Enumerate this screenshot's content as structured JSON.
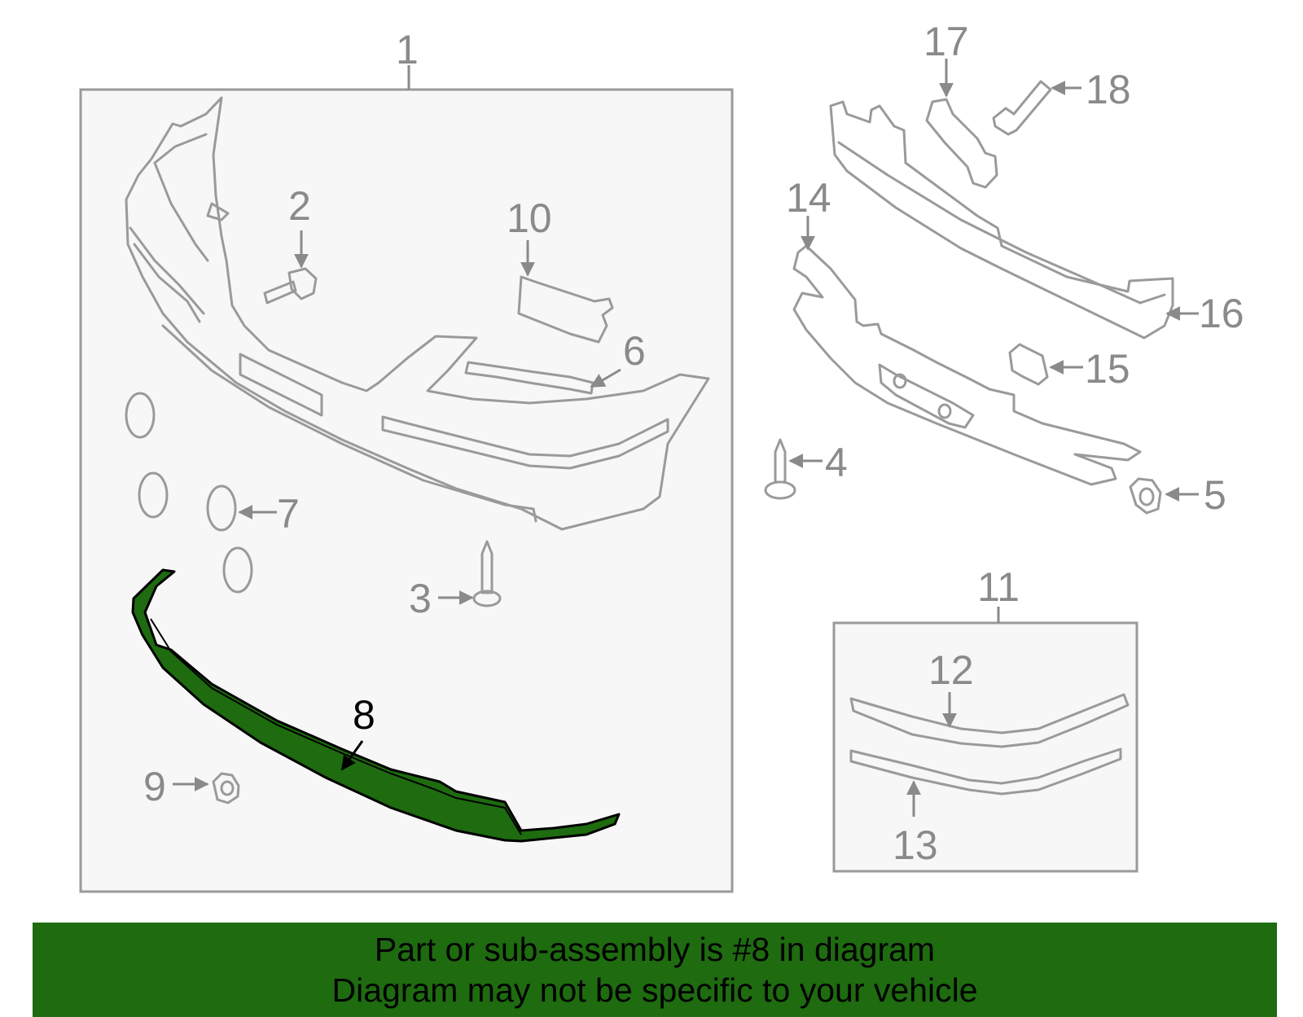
{
  "diagram": {
    "highlight_color": "#1e6b10",
    "callouts": {
      "c1": "1",
      "c2": "2",
      "c3": "3",
      "c4": "4",
      "c5": "5",
      "c6": "6",
      "c7": "7",
      "c8": "8",
      "c9": "9",
      "c10": "10",
      "c11": "11",
      "c12": "12",
      "c13": "13",
      "c14": "14",
      "c15": "15",
      "c16": "16",
      "c17": "17",
      "c18": "18"
    },
    "highlighted_part": "8"
  },
  "banner": {
    "line1": "Part or sub-assembly is #8 in diagram",
    "line2": "Diagram may not be specific to your vehicle",
    "background_color": "#1e6b10"
  }
}
